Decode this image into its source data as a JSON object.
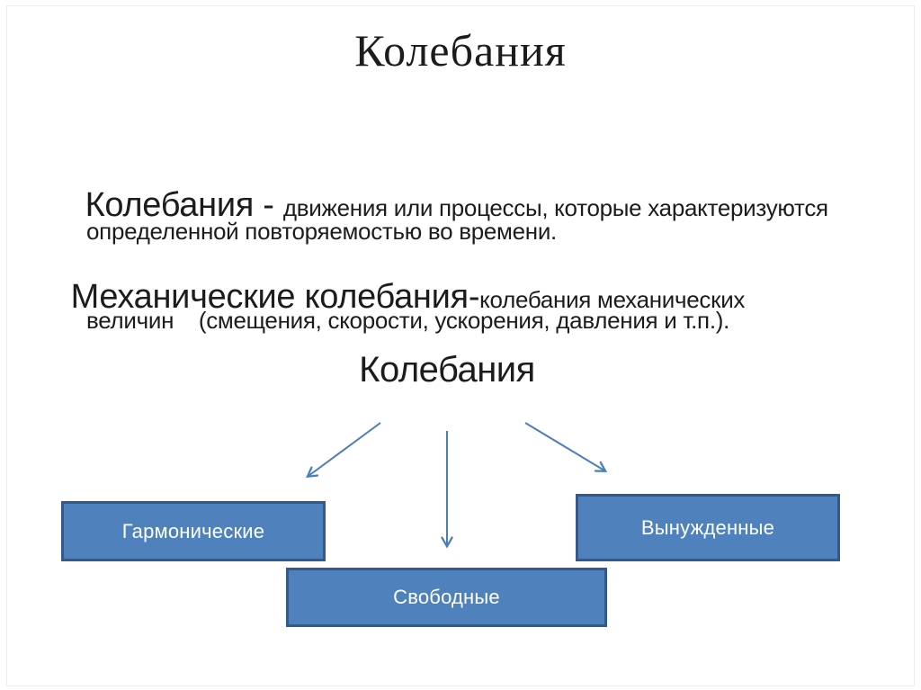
{
  "slide": {
    "title": "Колебания",
    "definitions": [
      {
        "term": "Колебания - ",
        "term_rest": "движения или процессы, которые характеризуются",
        "line2": "определенной повторяемостью во времени."
      },
      {
        "term": "Механические колебания-",
        "term_rest": "колебания механических",
        "line2": "величин    (смещения, скорости, ускорения, давления и т.п.)."
      }
    ],
    "diagram": {
      "heading": "Колебания",
      "nodes": [
        {
          "id": "harmonic",
          "label": "Гармонические"
        },
        {
          "id": "free",
          "label": "Свободные"
        },
        {
          "id": "forced",
          "label": "Вынужденные"
        }
      ]
    },
    "colors": {
      "box_fill": "#4f81bd",
      "box_border": "#35598b",
      "arrow": "#4a7ebb",
      "text": "#1c1c1c"
    }
  }
}
